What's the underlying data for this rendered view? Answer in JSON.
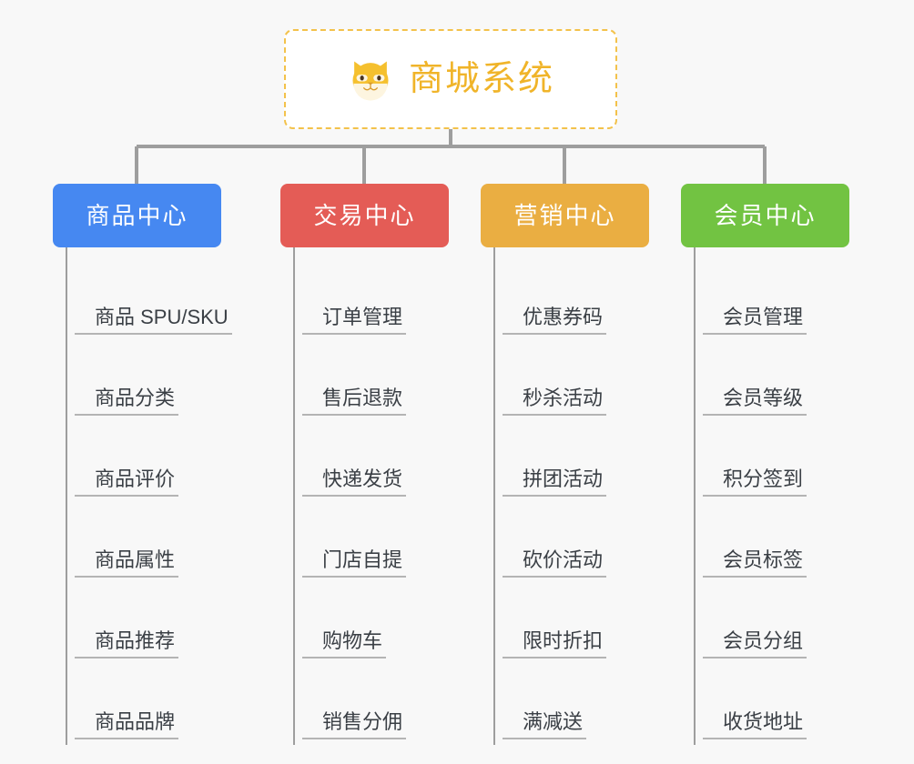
{
  "diagram": {
    "type": "mindmap",
    "background_color": "#f8f8f8",
    "root": {
      "title": "商城系统",
      "icon": "shiba-dog-face-icon",
      "text_color": "#f0b429",
      "border_color": "#f3c24b",
      "background_color": "#ffffff"
    },
    "connector_color": "#9e9e9e",
    "leaf_text_color": "#3a3f45",
    "leaf_underline_color": "#b4b4b4",
    "categories": [
      {
        "label": "商品中心",
        "color": "#4688f1",
        "items": [
          "商品 SPU/SKU",
          "商品分类",
          "商品评价",
          "商品属性",
          "商品推荐",
          "商品品牌"
        ]
      },
      {
        "label": "交易中心",
        "color": "#e45c56",
        "items": [
          "订单管理",
          "售后退款",
          "快递发货",
          "门店自提",
          "购物车",
          "销售分佣"
        ]
      },
      {
        "label": "营销中心",
        "color": "#eaae42",
        "items": [
          "优惠券码",
          "秒杀活动",
          "拼团活动",
          "砍价活动",
          "限时折扣",
          "满减送"
        ]
      },
      {
        "label": "会员中心",
        "color": "#72c342",
        "items": [
          "会员管理",
          "会员等级",
          "积分签到",
          "会员标签",
          "会员分组",
          "收货地址"
        ]
      }
    ]
  }
}
